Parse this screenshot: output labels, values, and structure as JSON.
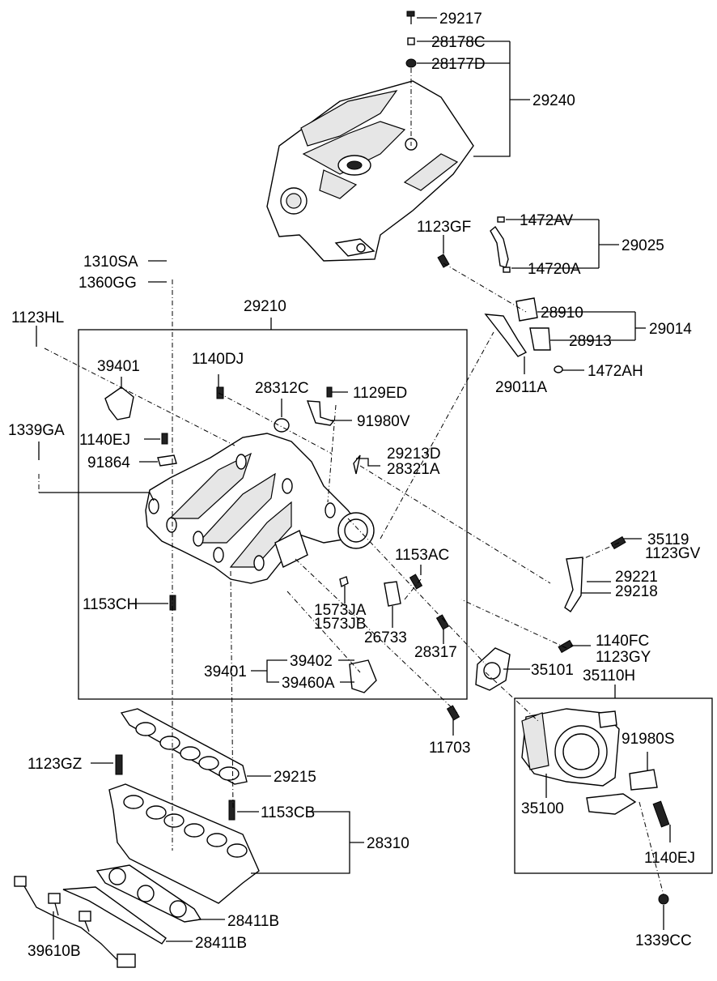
{
  "labels": {
    "p29217": "29217",
    "p28178C": "28178C",
    "p28177D": "28177D",
    "p29240": "29240",
    "p1123GF": "1123GF",
    "p1472AV": "1472AV",
    "p29025": "29025",
    "p14720A": "14720A",
    "p1310SA": "1310SA",
    "p1360GG": "1360GG",
    "p29210": "29210",
    "p28910": "28910",
    "p29014": "29014",
    "p28913": "28913",
    "p1123HL": "1123HL",
    "p1472AH": "1472AH",
    "p1140DJ": "1140DJ",
    "p39401a": "39401",
    "p28312C": "28312C",
    "p29011A": "29011A",
    "p1129ED": "1129ED",
    "p91980V": "91980V",
    "p1339GA": "1339GA",
    "p1140EJa": "1140EJ",
    "p29213D": "29213D",
    "p28321A": "28321A",
    "p91864": "91864",
    "p35119": "35119",
    "p1123GV": "1123GV",
    "p1153AC": "1153AC",
    "p29221": "29221",
    "p29218": "29218",
    "p1153CH": "1153CH",
    "p1573JA": "1573JA",
    "p1573JB": "1573JB",
    "p26733": "26733",
    "p28317": "28317",
    "p1140FC": "1140FC",
    "p1123GY": "1123GY",
    "p39402": "39402",
    "p39401b": "39401",
    "p35101": "35101",
    "p39460A": "39460A",
    "p35110H": "35110H",
    "p11703": "11703",
    "p91980S": "91980S",
    "p1123GZ": "1123GZ",
    "p29215": "29215",
    "p35100": "35100",
    "p1153CB": "1153CB",
    "p28310": "28310",
    "p1140EJb": "1140EJ",
    "p28411Ba": "28411B",
    "p39610B": "39610B",
    "p28411Bb": "28411B",
    "p1339CC": "1339CC"
  }
}
